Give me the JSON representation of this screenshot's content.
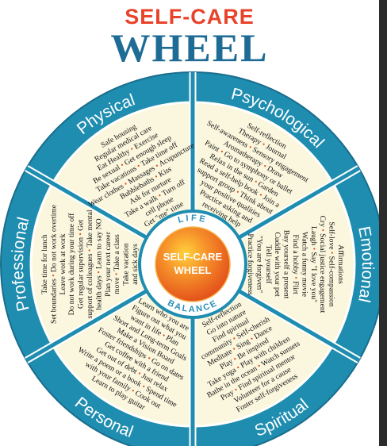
{
  "colors": {
    "title_small": "#e8432a",
    "title_big": "#1e6c95",
    "outer_ring": "#1f8db0",
    "ring_edge": "#1a6d8c",
    "wedge_fill": "#fbf7de",
    "spoke": "#1f8db0",
    "center_orange": "#e4531c",
    "center_ring_text": "#2a8fb5",
    "bullet": "#e4531c",
    "text": "#111111"
  },
  "title": {
    "small": "SELF-CARE",
    "big": "WHEEL"
  },
  "center": {
    "line1": "SELF-CARE",
    "line2": "WHEEL",
    "ring_top": "LIFE",
    "ring_bottom": "BALANCE"
  },
  "sections": [
    {
      "name": "Psychological",
      "lines": [
        [
          "Self-reflection"
        ],
        [
          "Therapy",
          "Journal"
        ],
        [
          "Self-awareness",
          "Sensory engagement"
        ],
        [
          "Aromatherapy",
          "Draw"
        ],
        [
          "Paint",
          "Go to symphony or ballet"
        ],
        [
          "Relax in the sun",
          "Garden"
        ],
        [
          "Read a self-help book",
          "Join a"
        ],
        [
          "support group",
          "Think about"
        ],
        [
          "your positive qualities"
        ],
        [
          "Practice asking and"
        ],
        [
          "receiving help"
        ]
      ]
    },
    {
      "name": "Emotional",
      "lines": [
        [
          "Affirmations"
        ],
        [
          "Self-love",
          "Self-compassion"
        ],
        [
          "Cry",
          "Social justice engagement"
        ],
        [
          "Laugh",
          "Say \"I love you\""
        ],
        [
          "Watch a funny movie"
        ],
        [
          "Find a hobby",
          "Flirt"
        ],
        [
          "Buy yourself a present"
        ],
        [
          "Cuddle with your pet"
        ],
        [
          "Tell yourself"
        ],
        [
          "\"You are forgiven\""
        ],
        [
          "Practice forgiveness"
        ]
      ]
    },
    {
      "name": "Spiritual",
      "lines": [
        [
          "Self-reflection"
        ],
        [
          "Go into nature"
        ],
        [
          "Find spiritual"
        ],
        [
          "community",
          "Self-cherish"
        ],
        [
          "Meditate",
          "Sing",
          "Dance"
        ],
        [
          "Play",
          "Be inspired"
        ],
        [
          "Take yoga",
          "Play with children"
        ],
        [
          "Bathe in the ocean",
          "Watch sunsets"
        ],
        [
          "Pray",
          "Find spiritual mentor"
        ],
        [
          "Volunteer for a cause"
        ],
        [
          "Foster self-forgiveness"
        ]
      ]
    },
    {
      "name": "Personal",
      "lines": [
        [
          "Learn who you are"
        ],
        [
          "Figure out what you"
        ],
        [
          "want in life",
          "Plan"
        ],
        [
          "Short and Long-term Goals"
        ],
        [
          "Make a Vision Board"
        ],
        [
          "Foster friendships",
          "Go on dates"
        ],
        [
          "Get coffee with a friend"
        ],
        [
          "Get out of debt",
          "Just relax"
        ],
        [
          "Write a poem or a book",
          "Spend time"
        ],
        [
          "with your family",
          "Cook out"
        ],
        [
          "Learn to play guitar"
        ]
      ]
    },
    {
      "name": "Professional",
      "lines": [
        [
          "Take time for lunch"
        ],
        [
          "Set boundaries",
          "Do not work overtime"
        ],
        [
          "Leave work at work"
        ],
        [
          "Do not work during your time off"
        ],
        [
          "Get regular supervision",
          "Get"
        ],
        [
          "support of colleagues",
          "Take mental"
        ],
        [
          "health days",
          "Learn to say NO"
        ],
        [
          "Plan your next career"
        ],
        [
          "move",
          "Take a class"
        ],
        [
          "Take vacation"
        ],
        [
          "and sick days"
        ]
      ]
    },
    {
      "name": "Physical",
      "lines": [
        [
          "Safe housing"
        ],
        [
          "Regular medical care"
        ],
        [
          "Eat Healthy",
          "Exercise"
        ],
        [
          "Be sexual",
          "Get enough sleep"
        ],
        [
          "Take vacations",
          "Take time off"
        ],
        [
          "Wear clothes",
          "Massages",
          "Acupuncture"
        ],
        [
          "Bubblebaths",
          "Kiss"
        ],
        [
          "Ask for nurture"
        ],
        [
          "Take a walk",
          "Turn off"
        ],
        [
          "cell phone"
        ],
        [
          "Get \"me\" time"
        ]
      ]
    }
  ]
}
